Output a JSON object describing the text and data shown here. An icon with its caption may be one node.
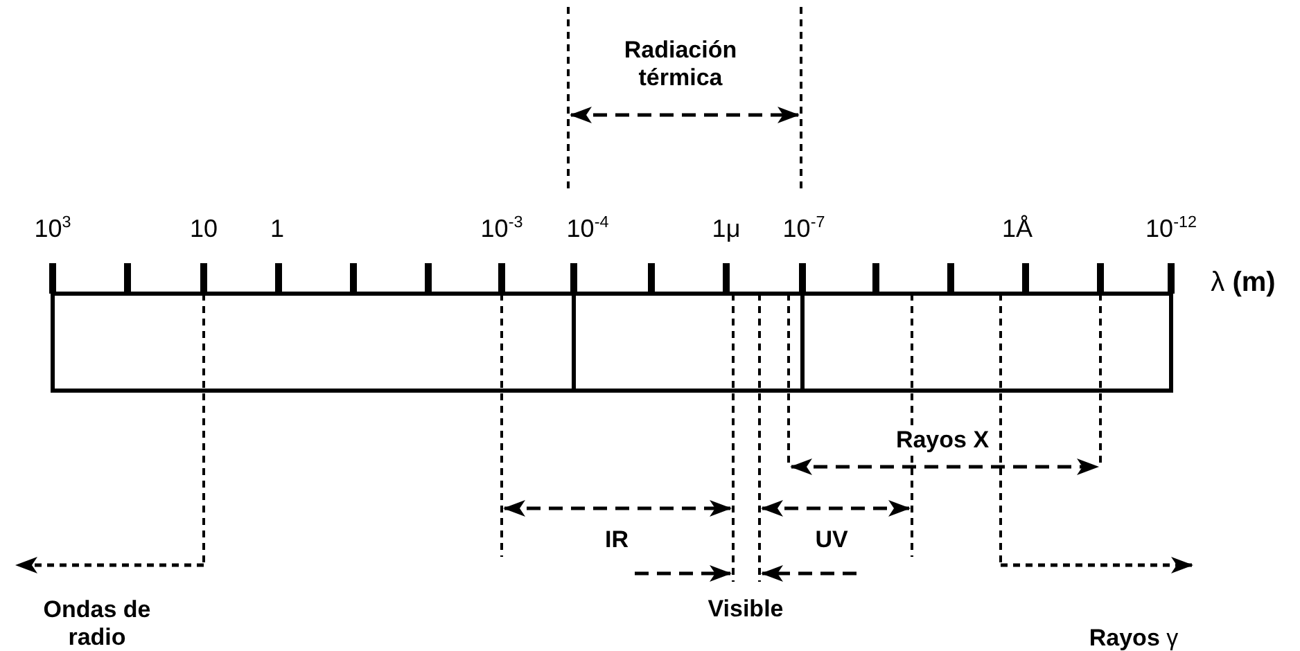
{
  "diagram": {
    "labels": [
      "Radiación térmica",
      "10$^{3}$",
      "10",
      "1",
      "10$^{-3}$",
      "10$^{-4}$",
      "1μ",
      "10$^{-7}$",
      "1Å",
      "10$^{-12}$",
      "λ **(m)**",
      "Rayos X",
      "IR",
      "UV",
      "Ondas de radio",
      "Visible",
      "**Rayos** γ"
    ]
  }
}
